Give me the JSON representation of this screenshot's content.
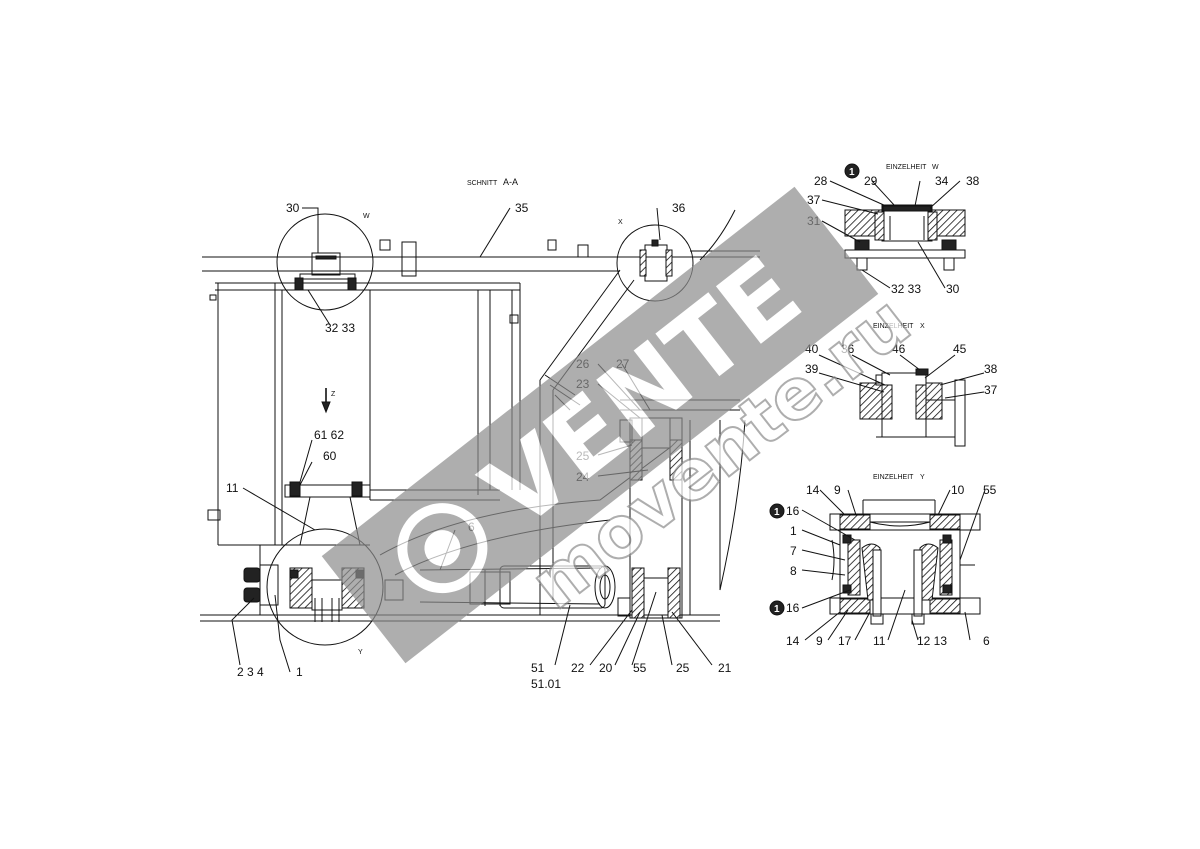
{
  "section_title": "SCHNITT",
  "section_id": "A-A",
  "detail_word": "EINZELHEIT",
  "detail_w": "W",
  "detail_x": "X",
  "detail_y": "Y",
  "view_z": "Z",
  "watermark": {
    "brand": "VENTE",
    "site": "movente.ru",
    "color": "#8c8c8c"
  },
  "main_labels": {
    "l30": "30",
    "l35": "35",
    "l36": "36",
    "l3233": "32 33",
    "l6162": "61 62",
    "l60": "60",
    "l11": "11",
    "l6": "6",
    "l26": "26",
    "l27": "27",
    "l23": "23",
    "l25a": "25",
    "l24": "24",
    "l234": "2  3  4",
    "l1": "1",
    "l51": "51",
    "l5101": "51.01",
    "l22": "22",
    "l20": "20",
    "l55": "55",
    "l25b": "25",
    "l21": "21"
  },
  "w_labels": {
    "marker": "1",
    "l28": "28",
    "l29": "29",
    "l34": "34",
    "l38": "38",
    "l37": "37",
    "l31": "31",
    "l3233": "32 33",
    "l30": "30"
  },
  "x_labels": {
    "l40": "40",
    "l36": "36",
    "l46": "46",
    "l45": "45",
    "l39": "39",
    "l38": "38",
    "l37": "37"
  },
  "y_labels": {
    "l14a": "14",
    "l9a": "9",
    "l10": "10",
    "l55": "55",
    "m1": "1",
    "l16a": "16",
    "l1": "1",
    "l7": "7",
    "l8": "8",
    "m2": "1",
    "l16b": "16",
    "l14b": "14",
    "l9b": "9",
    "l17": "17",
    "l11": "11",
    "l1213": "12 13",
    "l6": "6"
  }
}
